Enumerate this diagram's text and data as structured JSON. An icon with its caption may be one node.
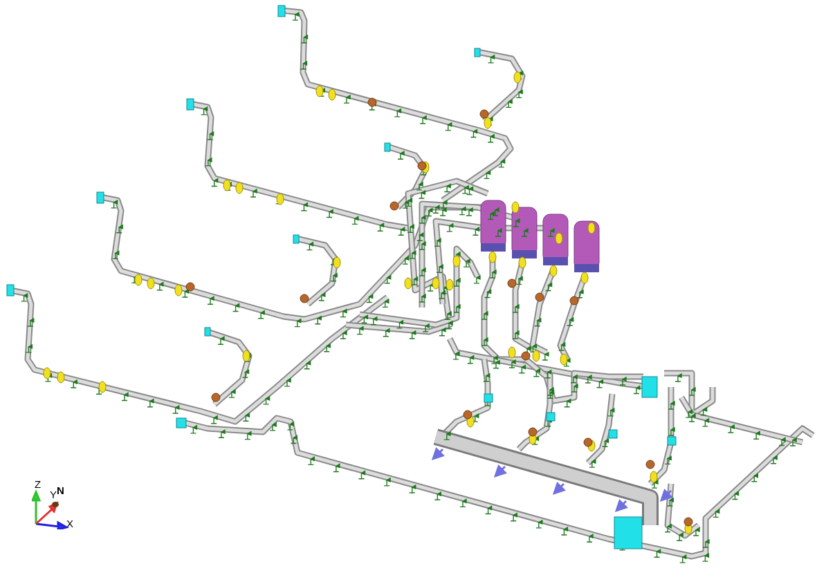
{
  "diagram": {
    "labels": [
      "Z",
      "Y",
      "N",
      "X"
    ]
  }
}
